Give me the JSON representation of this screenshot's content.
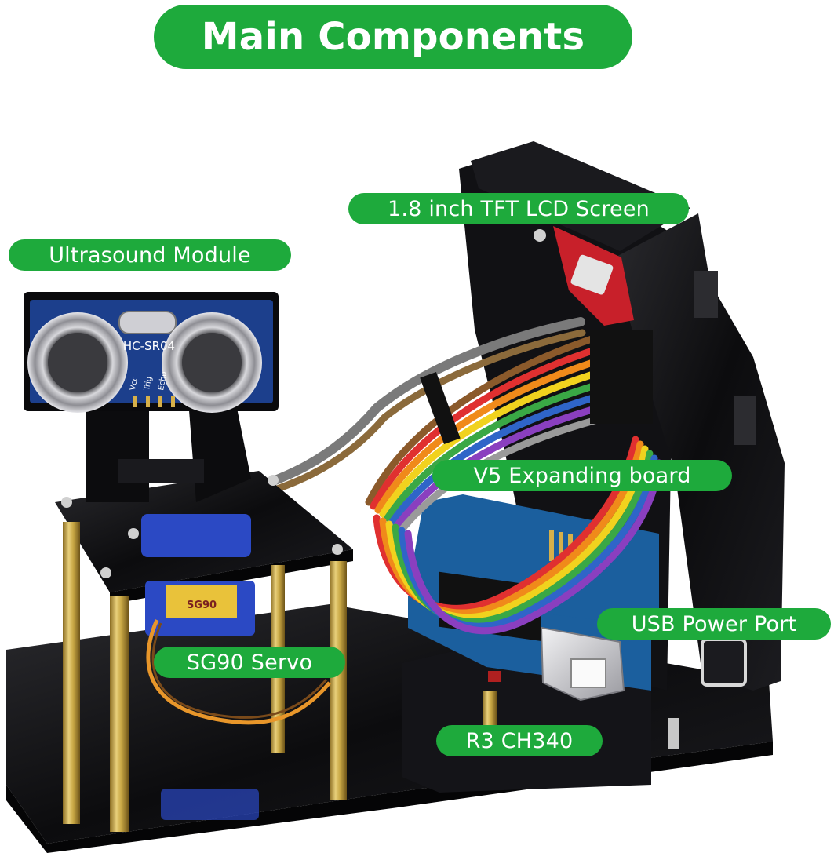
{
  "title": "Main Components",
  "labels": {
    "lcd": "1.8 inch TFT LCD Screen",
    "ultrasound": "Ultrasound Module",
    "expanding_board": "V5 Expanding board",
    "usb": "USB Power Port",
    "servo": "SG90 Servo",
    "controller": "R3 CH340"
  },
  "product_markings": {
    "sensor_model": "HC-SR04",
    "sensor_pins": [
      "Vcc",
      "Trig",
      "Echo"
    ],
    "servo_model": "SG90"
  },
  "colors": {
    "label_green": "#1eaa3c",
    "acrylic_black": "#0c0c0e",
    "sensor_board_blue": "#1c3f8c",
    "brass_standoff": "#c9a845",
    "lcd_board_red": "#c8202a",
    "arduino_blue": "#1b5f9e"
  }
}
